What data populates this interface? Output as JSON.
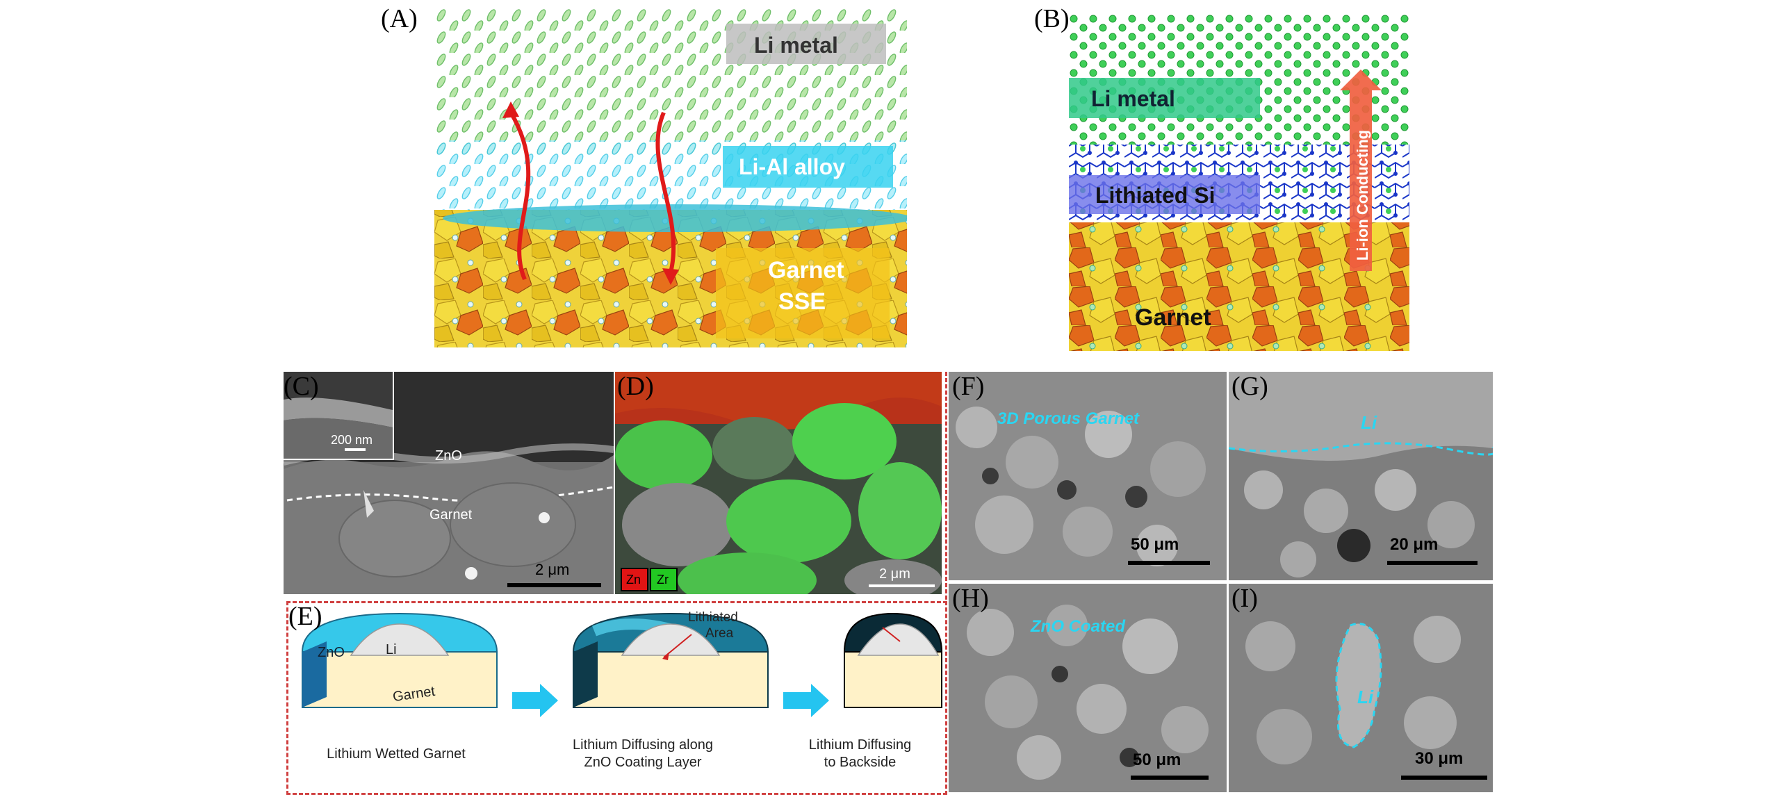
{
  "panels": {
    "A": {
      "label": "(A)",
      "li_metal": "Li metal",
      "alloy": "Li-Al alloy",
      "garnet": "Garnet",
      "sse": "SSE"
    },
    "B": {
      "label": "(B)",
      "li_metal": "Li metal",
      "lithiated_si": "Lithiated Si",
      "conducting": "Li-ion Conducting",
      "garnet": "Garnet"
    },
    "C": {
      "label": "(C)",
      "inset_scale": "200 nm",
      "zno": "ZnO",
      "garnet": "Garnet",
      "scale": "2 μm"
    },
    "D": {
      "label": "(D)",
      "zn": "Zn",
      "zr": "Zr",
      "scale": "2 μm"
    },
    "E": {
      "label": "(E)",
      "zno": "ZnO",
      "li": "Li",
      "garnet": "Garnet",
      "lithiated": "Lithiated",
      "area": "Area",
      "cap1": "Lithium Wetted Garnet",
      "cap2_line1": "Lithium Diffusing along",
      "cap2_line2": "ZnO Coating Layer",
      "cap3_line1": "Lithium Diffusing",
      "cap3_line2": "to Backside"
    },
    "F": {
      "label": "(F)",
      "title": "3D Porous Garnet",
      "scale": "50 μm"
    },
    "G": {
      "label": "(G)",
      "title": "Li",
      "scale": "20 μm"
    },
    "H": {
      "label": "(H)",
      "title": "ZnO Coated",
      "scale": "50 μm"
    },
    "I": {
      "label": "(I)",
      "title": "Li",
      "scale": "30 μm"
    }
  },
  "colors": {
    "li_green": "#5ec46a",
    "cyan": "#36c8ea",
    "garnet_yellow": "#e8c21a",
    "garnet_orange": "#e0701a",
    "arrow_red": "#e0201a",
    "sem_gray": "#8a8a8a",
    "highlight_cyan": "#27d3f0"
  }
}
